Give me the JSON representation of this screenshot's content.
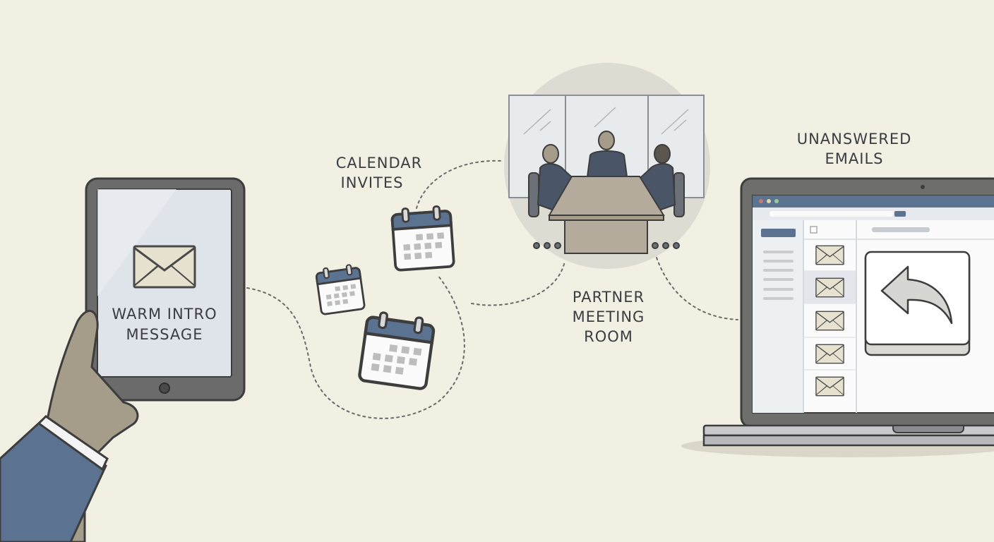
{
  "labels": {
    "tablet": [
      "WARM INTRO",
      "MESSAGE"
    ],
    "calendar": [
      "CALENDAR",
      "INVITES"
    ],
    "meeting": [
      "PARTNER",
      "MEETING",
      "ROOM"
    ],
    "emails": [
      "UNANSWERED",
      "EMAILS"
    ]
  },
  "icons": {
    "tablet": "envelope-icon",
    "calendars": "calendar-icon",
    "reply": "reply-arrow-icon",
    "email_list": "envelope-icon"
  },
  "colors": {
    "background": "#f2efe3",
    "device_frame": "#6b6b6b",
    "accent_blue": "#5b7391",
    "envelope": "#e6e2cf",
    "table": "#b5ab9c",
    "suit": "#4a5568"
  }
}
